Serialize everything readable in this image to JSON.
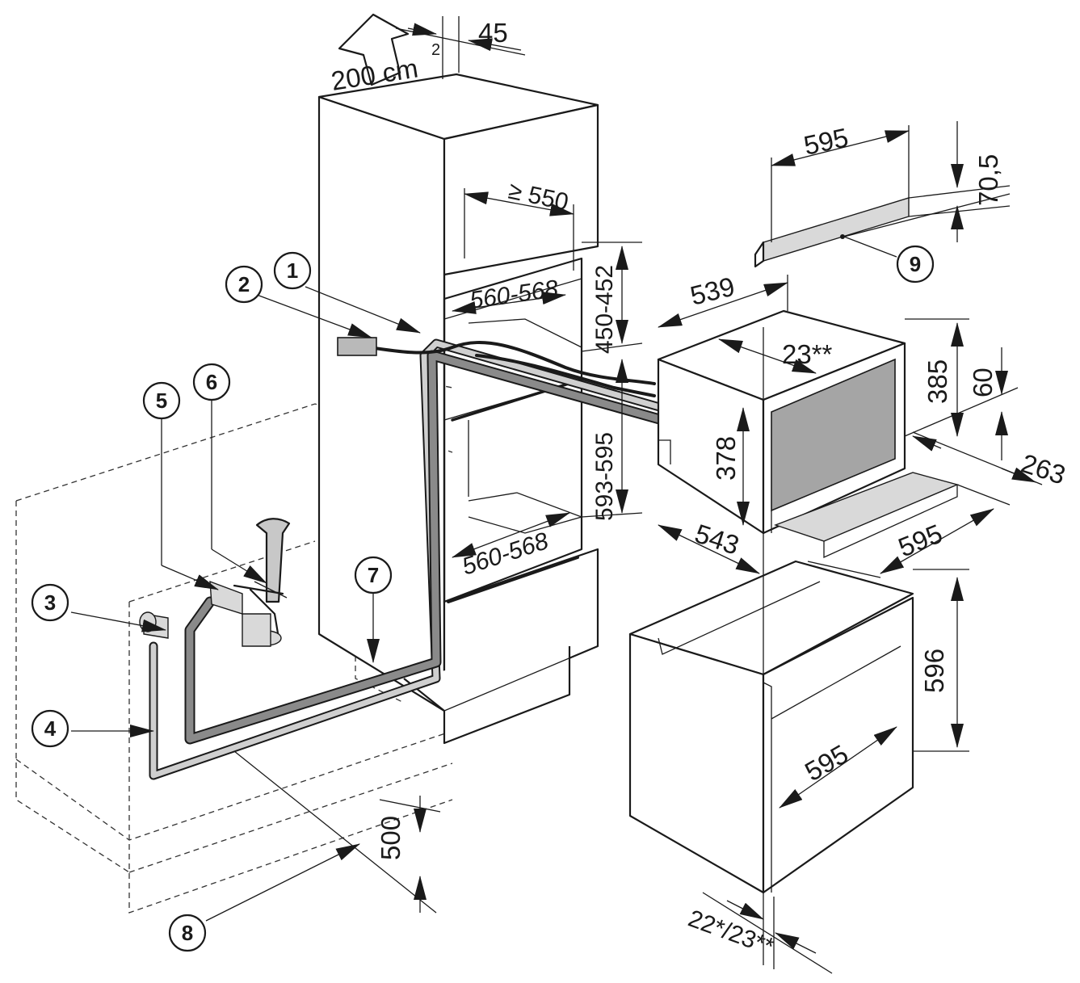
{
  "diagram": {
    "ventilation": {
      "area_value": "200 cm",
      "area_exponent": "2",
      "gap": "45"
    },
    "housing": {
      "depth": "≥ 550",
      "upper_width": "560-568",
      "upper_height": "450-452",
      "lower_height": "593-595",
      "lower_width": "560-568",
      "lower_depth": "500"
    },
    "bar": {
      "width": "595",
      "height": "70,5"
    },
    "upper_appliance": {
      "depth": "539",
      "inner_depth": "23**",
      "height": "385",
      "body_height": "378",
      "offset": "60",
      "drawer_depth": "263",
      "depth2": "543",
      "width": "595"
    },
    "lower_appliance": {
      "height": "596",
      "width": "595",
      "front_thickness": "22*/23**"
    },
    "callouts": [
      "1",
      "2",
      "3",
      "4",
      "5",
      "6",
      "7",
      "8",
      "9"
    ]
  }
}
